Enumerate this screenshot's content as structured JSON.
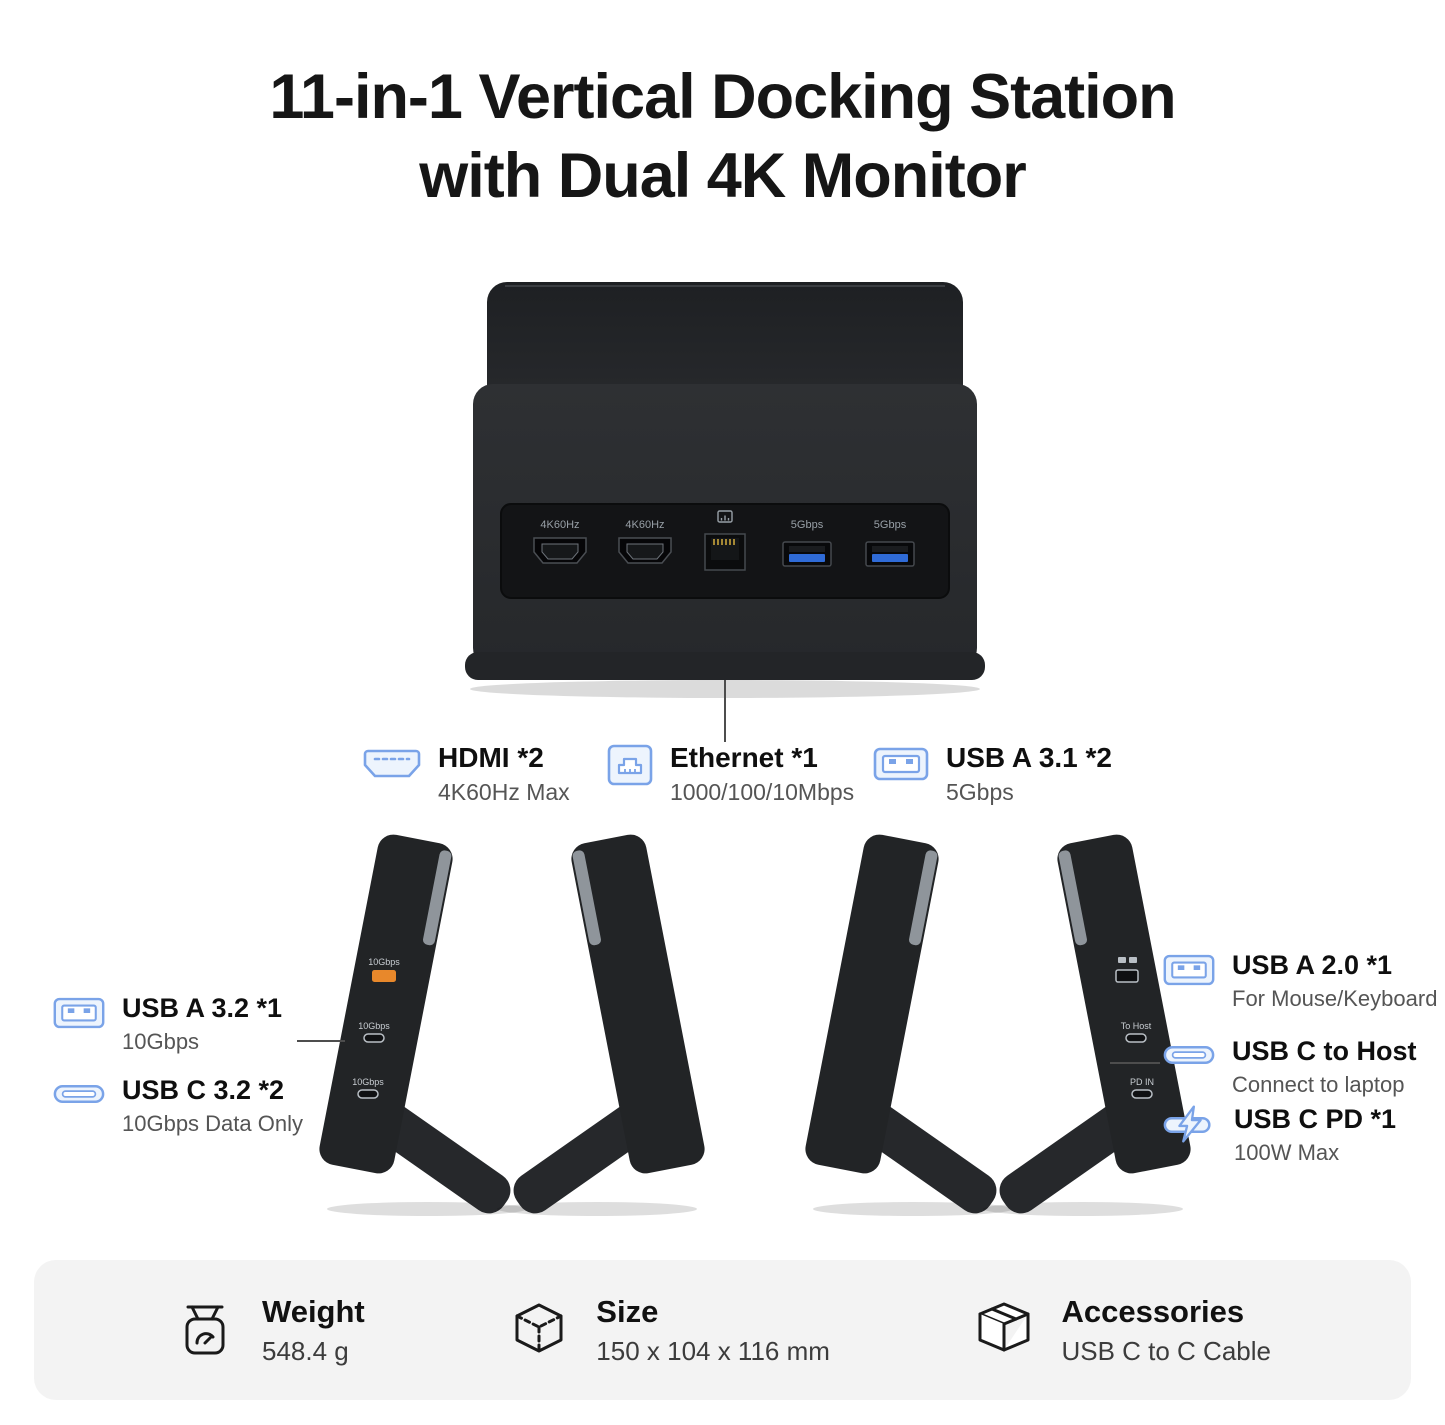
{
  "title": {
    "line1": "11-in-1 Vertical Docking Station",
    "line2": "with Dual 4K Monitor"
  },
  "dock": {
    "port_labels": [
      "4K60Hz",
      "4K60Hz",
      "5Gbps",
      "5Gbps"
    ]
  },
  "top_callouts": [
    {
      "icon": "hdmi-icon",
      "title": "HDMI *2",
      "subtitle": "4K60Hz Max"
    },
    {
      "icon": "ethernet-icon",
      "title": "Ethernet *1",
      "subtitle": "1000/100/10Mbps"
    },
    {
      "icon": "usb-a-icon",
      "title": "USB A 3.1 *2",
      "subtitle": "5Gbps"
    }
  ],
  "left_callouts": [
    {
      "icon": "usb-a-icon",
      "title": "USB A 3.2 *1",
      "subtitle": "10Gbps"
    },
    {
      "icon": "usb-c-icon",
      "title": "USB C 3.2 *2",
      "subtitle": "10Gbps Data Only"
    }
  ],
  "right_callouts": [
    {
      "icon": "usb-a-icon",
      "title": "USB A 2.0 *1",
      "subtitle": "For Mouse/Keyboard"
    },
    {
      "icon": "usb-c-icon",
      "title": "USB C to Host",
      "subtitle": "Connect to laptop"
    },
    {
      "icon": "usb-c-pd-icon",
      "title": "USB C PD *1",
      "subtitle": "100W Max"
    }
  ],
  "side_ports": {
    "left": [
      "10Gbps",
      "10Gbps",
      "10Gbps"
    ],
    "right": [
      "To Host",
      "PD IN"
    ]
  },
  "specs": [
    {
      "icon": "scale-icon",
      "title": "Weight",
      "value": "548.4 g"
    },
    {
      "icon": "cube-icon",
      "title": "Size",
      "value": "150 x 104 x 116 mm"
    },
    {
      "icon": "box-icon",
      "title": "Accessories",
      "value": "USB C to C Cable"
    }
  ],
  "colors": {
    "accent_blue": "#7aa3e8",
    "text_dark": "#161616",
    "text_gray": "#555555",
    "band_bg": "#f3f3f3",
    "device_dark": "#2c2e31",
    "usb_orange": "#e8882b",
    "usb_blue_tongue": "#2f6bd7"
  }
}
